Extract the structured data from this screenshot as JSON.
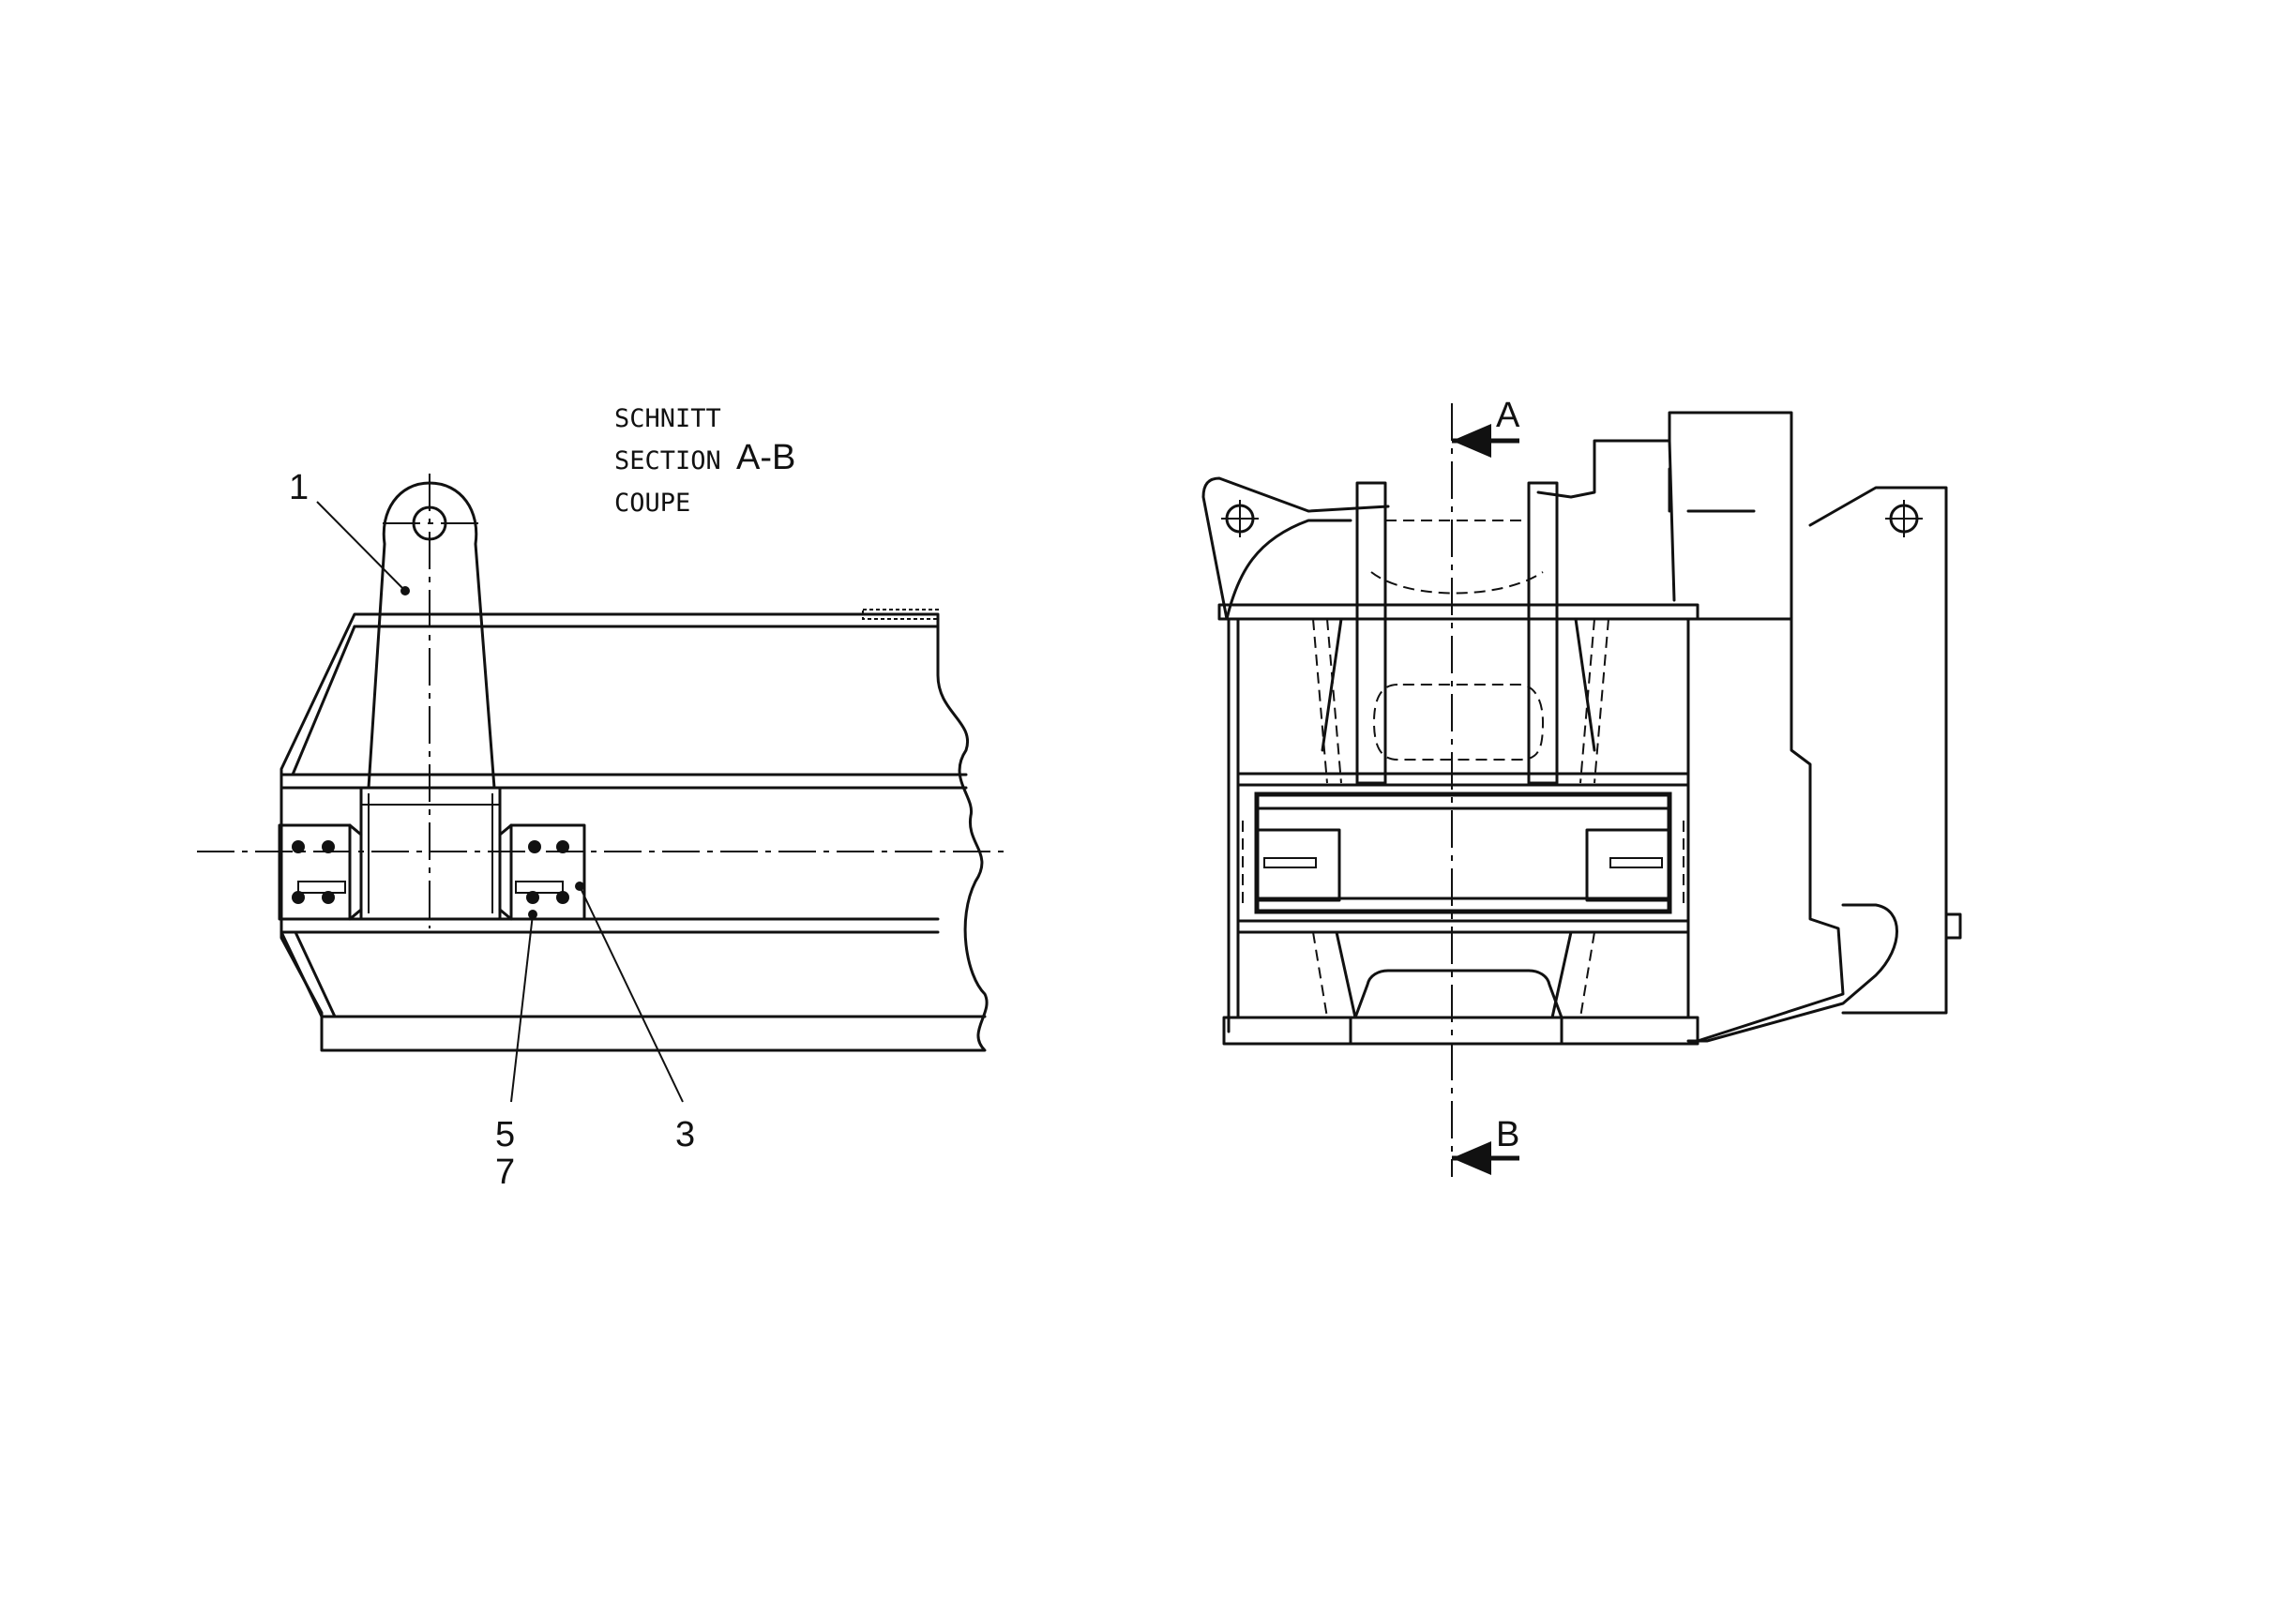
{
  "section_note": {
    "line1": "SCHNITT",
    "line2": "SECTION",
    "line3": "COUPE",
    "designation": "A-B"
  },
  "callouts": {
    "item_1": "1",
    "item_3": "3",
    "item_5": "5",
    "item_7": "7"
  },
  "section_markers": {
    "top": "A",
    "bottom": "B"
  }
}
